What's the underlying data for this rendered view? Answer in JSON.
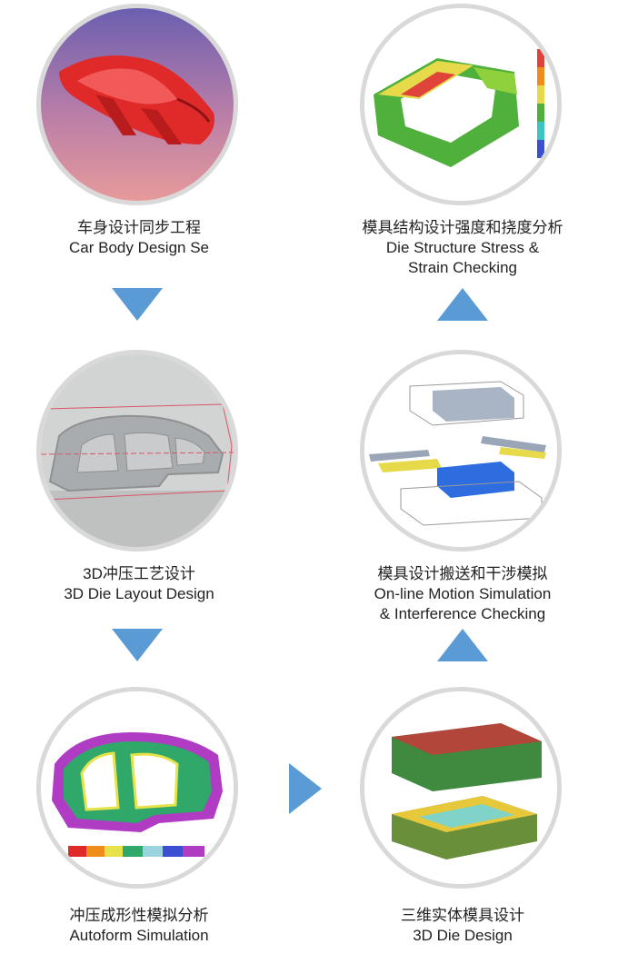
{
  "steps": [
    {
      "zh": "车身设计同步工程",
      "en1": "Car Body Design Se",
      "en2": ""
    },
    {
      "zh": "3D冲压工艺设计",
      "en1": "3D Die Layout Design",
      "en2": ""
    },
    {
      "zh": "冲压成形性模拟分析",
      "en1": "Autoform Simulation",
      "en2": ""
    },
    {
      "zh": "三维实体模具设计",
      "en1": "3D Die Design",
      "en2": ""
    },
    {
      "zh": "模具设计搬送和干涉模拟",
      "en1": "On-line Motion Simulation",
      "en2": "& Interference Checking"
    },
    {
      "zh": "模具结构设计强度和挠度分析",
      "en1": "Die Structure Stress &",
      "en2": "Strain Checking"
    }
  ],
  "colors": {
    "arrow": "#5b9bd5",
    "ring": "#d9d9d9"
  }
}
